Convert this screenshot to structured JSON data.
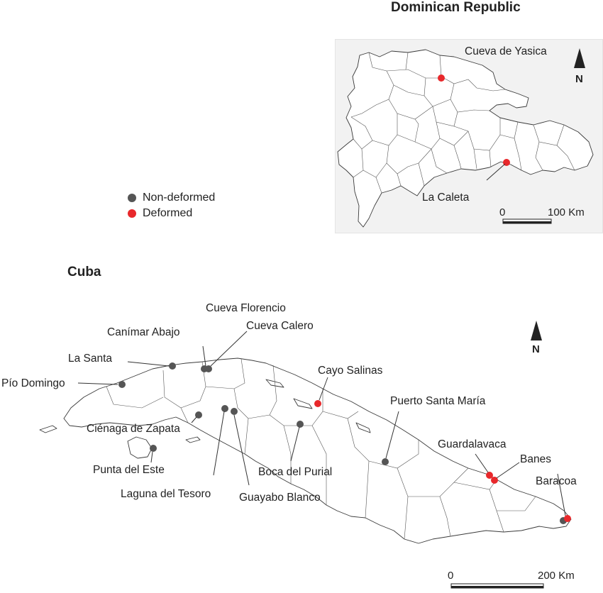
{
  "titles": {
    "dominican": "Dominican Republic",
    "cuba": "Cuba"
  },
  "legend": {
    "items": [
      {
        "label": "Non-deformed",
        "color": "#555555"
      },
      {
        "label": "Deformed",
        "color": "#e8282b"
      }
    ]
  },
  "north_label": "N",
  "dr_scale": {
    "zero": "0",
    "end": "100 Km"
  },
  "cuba_scale": {
    "zero": "0",
    "end": "200 Km"
  },
  "dr_sites": [
    {
      "name": "Cueva de Yasica",
      "status": "deformed"
    },
    {
      "name": "La Caleta",
      "status": "deformed"
    }
  ],
  "cuba_sites": [
    {
      "name": "Cueva Florencio",
      "status": "non-deformed"
    },
    {
      "name": "Canímar Abajo",
      "status": "non-deformed"
    },
    {
      "name": "Cueva Calero",
      "status": "non-deformed"
    },
    {
      "name": "La Santa",
      "status": "non-deformed"
    },
    {
      "name": "Pío Domingo",
      "status": "non-deformed"
    },
    {
      "name": "Cayo Salinas",
      "status": "deformed"
    },
    {
      "name": "Puerto Santa María",
      "status": "non-deformed"
    },
    {
      "name": "Ciénaga de Zapata",
      "status": "non-deformed"
    },
    {
      "name": "Guardalavaca",
      "status": "deformed"
    },
    {
      "name": "Banes",
      "status": "deformed"
    },
    {
      "name": "Punta del Este",
      "status": "non-deformed"
    },
    {
      "name": "Boca del Purial",
      "status": "non-deformed"
    },
    {
      "name": "Baracoa",
      "status": "deformed"
    },
    {
      "name": "Laguna del Tesoro",
      "status": "non-deformed"
    },
    {
      "name": "Guayabo Blanco",
      "status": "non-deformed"
    }
  ],
  "colors": {
    "deformed": "#e8282b",
    "non_deformed": "#555555"
  }
}
